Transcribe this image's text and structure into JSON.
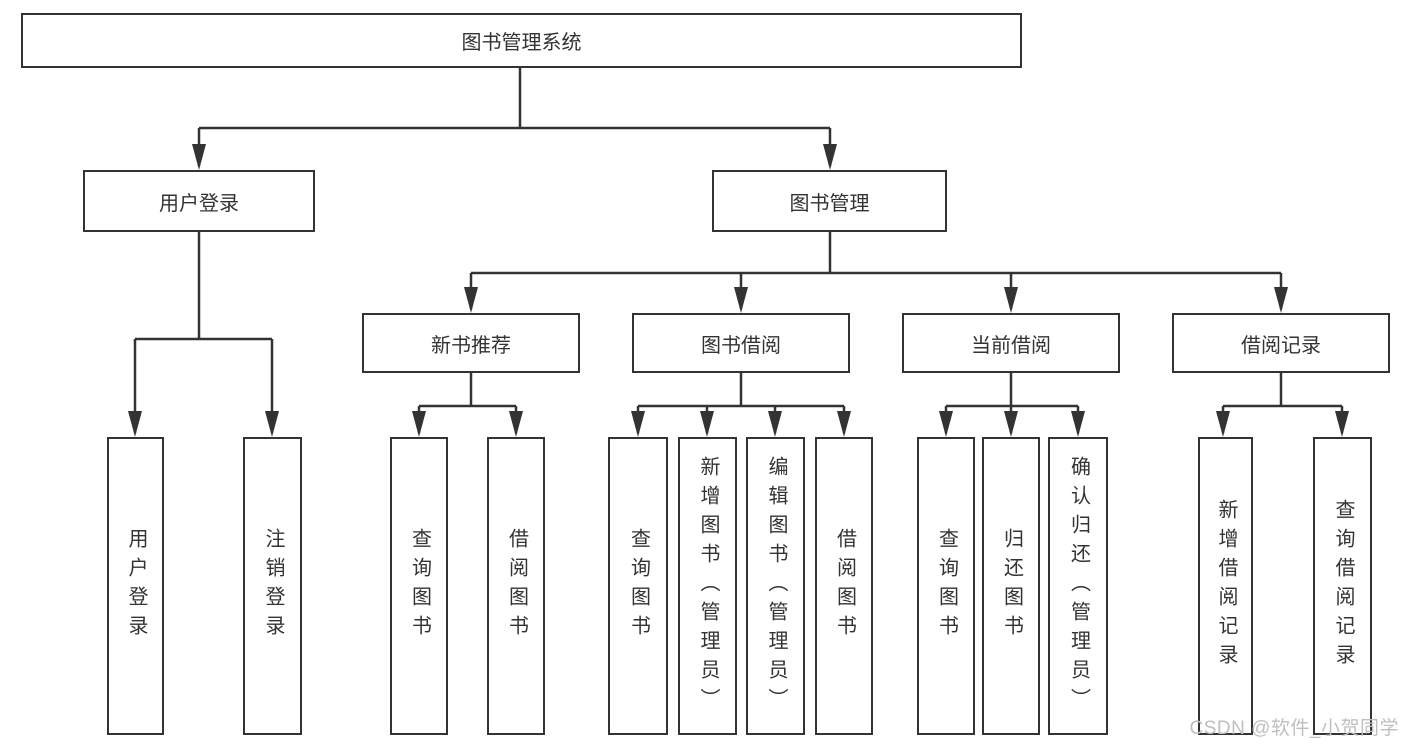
{
  "colors": {
    "line": "#333333",
    "text": "#333333",
    "background": "#ffffff",
    "watermark": "#bfbfbf"
  },
  "watermark": "CSDN @软件_小贺同学",
  "tree": {
    "root": "图书管理系统",
    "user_login": {
      "label": "用户登录",
      "children": [
        "用户登录",
        "注销登录"
      ]
    },
    "book_mgmt": {
      "label": "图书管理",
      "new_book_rec": {
        "label": "新书推荐",
        "children": [
          "查询图书",
          "借阅图书"
        ]
      },
      "book_borrow": {
        "label": "图书借阅",
        "children": [
          "查询图书",
          "新增图书（管理员）",
          "编辑图书（管理员）",
          "借阅图书"
        ]
      },
      "current_borrow": {
        "label": "当前借阅",
        "children": [
          "查询图书",
          "归还图书",
          "确认归还（管理员）"
        ]
      },
      "borrow_records": {
        "label": "借阅记录",
        "children": [
          "新增借阅记录",
          "查询借阅记录"
        ]
      }
    }
  }
}
